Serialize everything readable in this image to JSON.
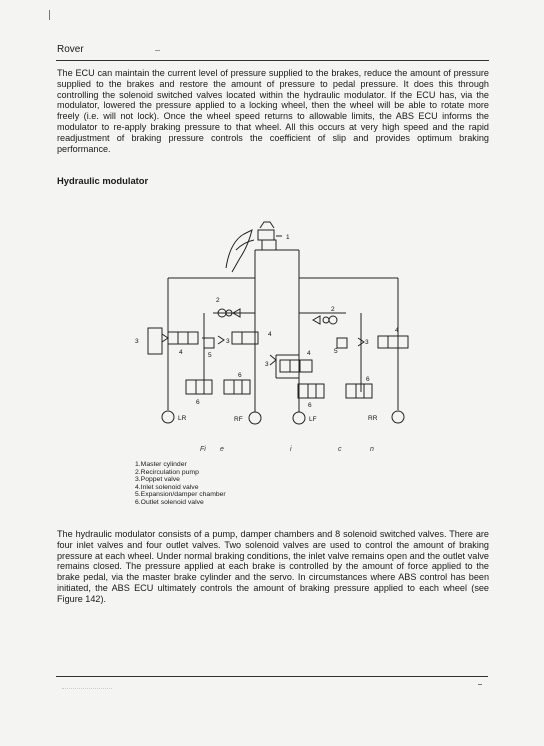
{
  "header": {
    "title": "Rover"
  },
  "intro_paragraph": "The ECU can maintain the current level of pressure supplied to the brakes, reduce the amount of pressure supplied to the brakes and restore the amount of pressure to pedal pressure. It does this through controlling the solenoid switched valves located within the hydraulic modulator. If the ECU has, via the modulator, lowered the pressure applied to a locking wheel, then the wheel will be able to rotate more freely (i.e. will not lock). Once the wheel speed returns to allowable limits, the ABS ECU informs the modulator to re-apply braking pressure to that wheel. All this occurs at very high speed and the rapid readjustment of braking pressure controls the coefficient of slip and provides optimum braking performance.",
  "section_heading": "Hydraulic modulator",
  "diagram": {
    "labels": {
      "master": "1",
      "pump_left": "2",
      "pump_right": "2",
      "poppet_outer_left": "3",
      "poppet_inner_left": "3",
      "poppet_center": "3",
      "poppet_outer_right": "3",
      "inlet_outer_left": "4",
      "inlet_inner_left": "4",
      "inlet_center_left": "4",
      "inlet_outer_right": "4",
      "exp_inner_left": "5",
      "exp_inner_right": "5",
      "outlet_left_a": "6",
      "outlet_left_b": "6",
      "outlet_right_a": "6",
      "outlet_right_b": "6"
    },
    "wheels": {
      "lr": "LR",
      "rf": "RF",
      "lf": "LF",
      "rr": "RR"
    }
  },
  "caption": {
    "part1": "Fi",
    "part2": "e",
    "part3": "i",
    "part4": "c",
    "part5": "n"
  },
  "legend": [
    "1.Master cylinder",
    "2.Recirculation pump",
    "3.Poppet valve",
    "4.Inlet solenoid valve",
    "5.Expansion/damper chamber",
    "6.Outlet solenoid valve"
  ],
  "body_paragraph": "The hydraulic modulator consists of a pump, damper chambers and 8 solenoid switched valves. There are four inlet valves and four outlet valves. Two solenoid valves are used to control the amount of braking pressure at each wheel. Under normal braking conditions, the inlet valve remains open and the outlet valve remains closed. The pressure applied at each brake is controlled by the amount of force applied to the brake pedal, via the master brake cylinder and the servo. In circumstances where ABS control has been initiated, the ABS ECU ultimately controls the amount of braking pressure applied to each wheel (see Figure 142)."
}
